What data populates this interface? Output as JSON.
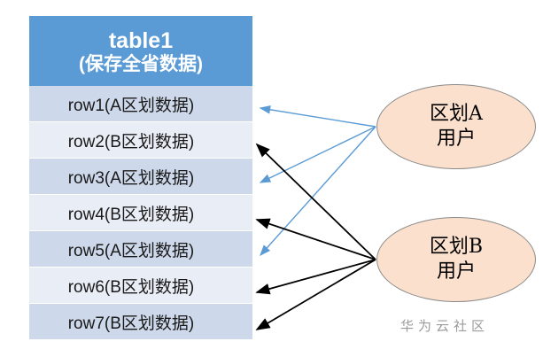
{
  "diagram": {
    "title_block": {
      "name": "table1",
      "subtitle": "(保存全省数据)"
    },
    "rows": [
      {
        "label": "row1(A区划数据)",
        "region": "A"
      },
      {
        "label": "row2(B区划数据)",
        "region": "B"
      },
      {
        "label": "row3(A区划数据)",
        "region": "A"
      },
      {
        "label": "row4(B区划数据)",
        "region": "B"
      },
      {
        "label": "row5(A区划数据)",
        "region": "A"
      },
      {
        "label": "row6(B区划数据)",
        "region": "B"
      },
      {
        "label": "row7(B区划数据)",
        "region": "B"
      }
    ],
    "actors": [
      {
        "line1": "区划A",
        "line2": "用户",
        "arrow_color": "#5b9bd5",
        "targets": [
          1,
          3,
          5
        ]
      },
      {
        "line1": "区划B",
        "line2": "用户",
        "arrow_color": "#000000",
        "targets": [
          2,
          4,
          6,
          7
        ]
      }
    ],
    "watermark": "华为云社区",
    "colors": {
      "header_blue": "#5b9bd5",
      "row_odd": "#cdd8ea",
      "row_even": "#e9edf6",
      "ellipse_fill": "#fbe1cd",
      "ellipse_stroke": "#8a8a8a",
      "arrow_blue": "#5b9bd5",
      "arrow_black": "#000000",
      "watermark_gray": "#9b9b9b"
    }
  }
}
